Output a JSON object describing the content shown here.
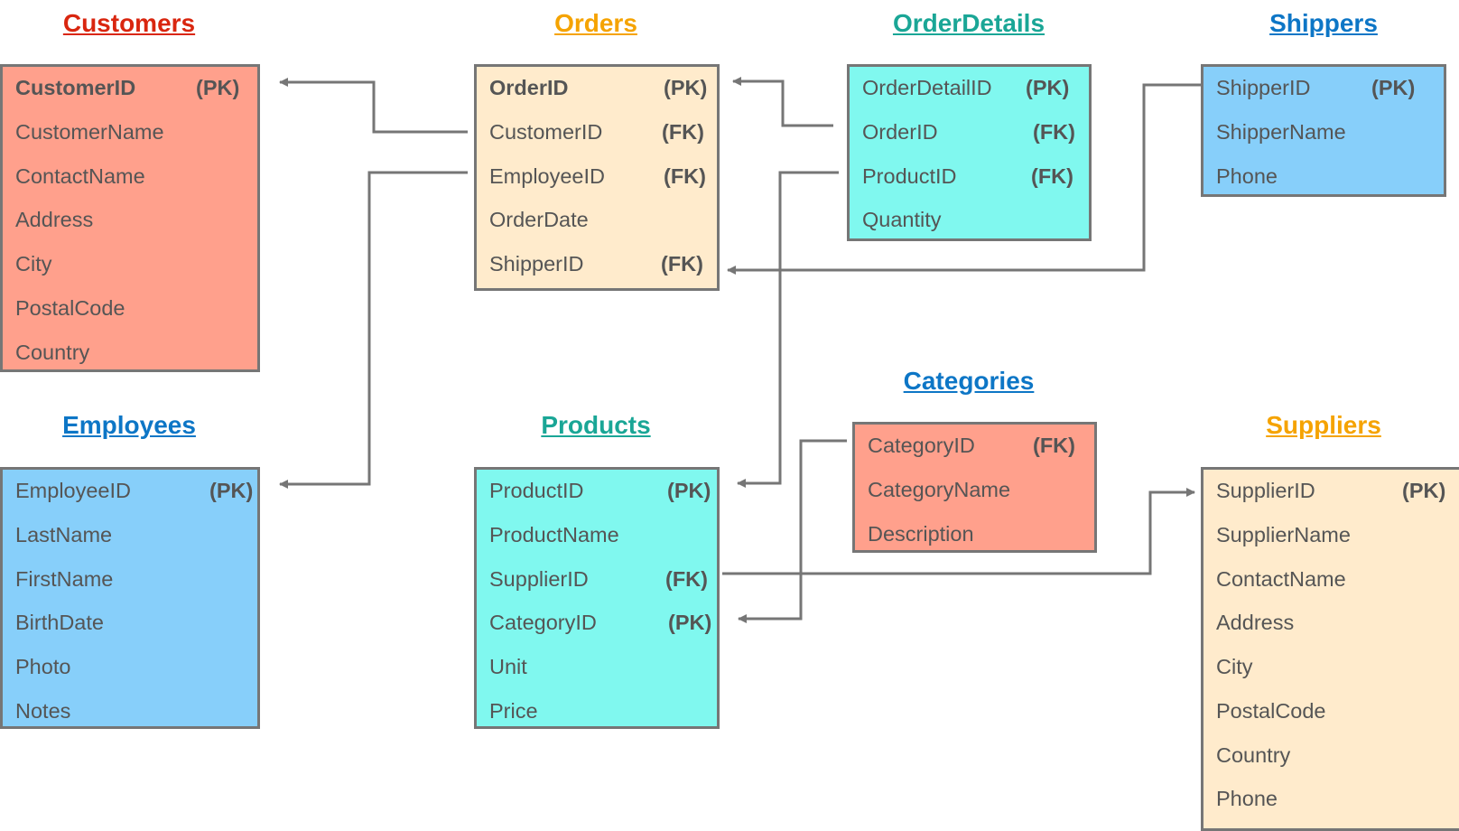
{
  "colors": {
    "salmon": "#ffa08c",
    "peach": "#ffebcc",
    "aqua": "#80f8ef",
    "sky": "#87cffa",
    "border": "#767676",
    "connector": "#767676",
    "title_red": "#d9260f",
    "title_orange": "#f5a300",
    "title_teal": "#1aa696",
    "title_blue": "#0d76c6"
  },
  "tables": {
    "customers": {
      "title": "Customers",
      "rows": [
        {
          "name": "CustomerID",
          "key": "(PK)"
        },
        {
          "name": "CustomerName",
          "key": ""
        },
        {
          "name": "ContactName",
          "key": ""
        },
        {
          "name": "Address",
          "key": ""
        },
        {
          "name": "City",
          "key": ""
        },
        {
          "name": "PostalCode",
          "key": ""
        },
        {
          "name": "Country",
          "key": ""
        }
      ]
    },
    "orders": {
      "title": "Orders",
      "rows": [
        {
          "name": "OrderID",
          "key": "(PK)"
        },
        {
          "name": "CustomerID",
          "key": "(FK)"
        },
        {
          "name": "EmployeeID",
          "key": "(FK)"
        },
        {
          "name": "OrderDate",
          "key": ""
        },
        {
          "name": "ShipperID",
          "key": "(FK)"
        }
      ]
    },
    "orderdetails": {
      "title": "OrderDetails",
      "rows": [
        {
          "name": "OrderDetailID",
          "key": "(PK)"
        },
        {
          "name": "OrderID",
          "key": "(FK)"
        },
        {
          "name": "ProductID",
          "key": "(FK)"
        },
        {
          "name": "Quantity",
          "key": ""
        }
      ]
    },
    "shippers": {
      "title": "Shippers",
      "rows": [
        {
          "name": "ShipperID",
          "key": "(PK)"
        },
        {
          "name": "ShipperName",
          "key": ""
        },
        {
          "name": "Phone",
          "key": ""
        }
      ]
    },
    "employees": {
      "title": "Employees",
      "rows": [
        {
          "name": "EmployeeID",
          "key": "(PK)"
        },
        {
          "name": "LastName",
          "key": ""
        },
        {
          "name": "FirstName",
          "key": ""
        },
        {
          "name": "BirthDate",
          "key": ""
        },
        {
          "name": "Photo",
          "key": ""
        },
        {
          "name": "Notes",
          "key": ""
        }
      ]
    },
    "products": {
      "title": "Products",
      "rows": [
        {
          "name": "ProductID",
          "key": "(PK)"
        },
        {
          "name": "ProductName",
          "key": ""
        },
        {
          "name": "SupplierID",
          "key": "(FK)"
        },
        {
          "name": "CategoryID",
          "key": "(PK)"
        },
        {
          "name": "Unit",
          "key": ""
        },
        {
          "name": "Price",
          "key": ""
        }
      ]
    },
    "categories": {
      "title": "Categories",
      "rows": [
        {
          "name": "CategoryID",
          "key": "(FK)"
        },
        {
          "name": "CategoryName",
          "key": ""
        },
        {
          "name": "Description",
          "key": ""
        }
      ]
    },
    "suppliers": {
      "title": "Suppliers",
      "rows": [
        {
          "name": "SupplierID",
          "key": "(PK)"
        },
        {
          "name": "SupplierName",
          "key": ""
        },
        {
          "name": "ContactName",
          "key": ""
        },
        {
          "name": "Address",
          "key": ""
        },
        {
          "name": "City",
          "key": ""
        },
        {
          "name": "PostalCode",
          "key": ""
        },
        {
          "name": "Country",
          "key": ""
        },
        {
          "name": "Phone",
          "key": ""
        }
      ]
    }
  }
}
